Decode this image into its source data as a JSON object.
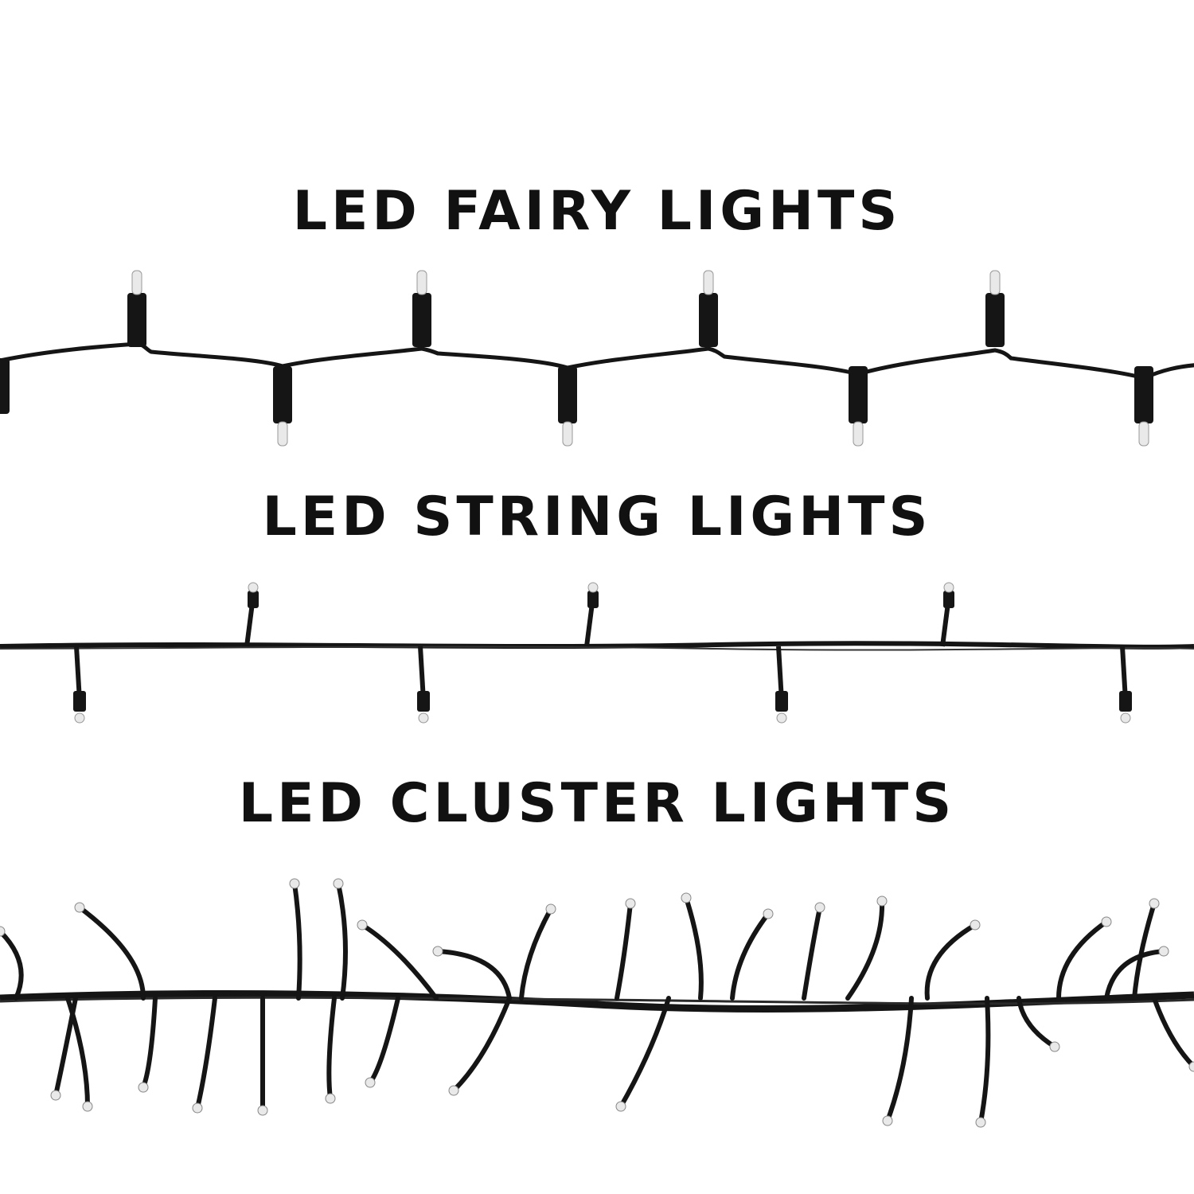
{
  "headings": {
    "fairy": "LED FAIRY LIGHTS",
    "string": "LED STRING LIGHTS",
    "cluster": "LED CLUSTER LIGHTS"
  },
  "colors": {
    "background": "#ffffff",
    "text": "#111111",
    "wire": "#151515",
    "bulb_glass": "#e9e9e9"
  },
  "illustrations": {
    "fairy": "wire-strand-fairy-lights",
    "string": "wire-strand-string-lights",
    "cluster": "wire-strand-cluster-lights"
  }
}
